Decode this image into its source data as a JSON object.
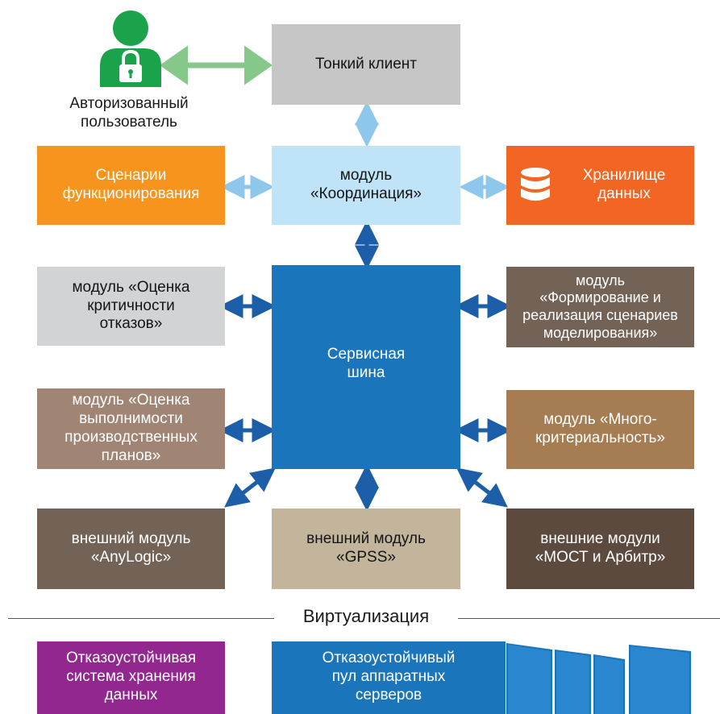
{
  "user": {
    "label": "Авторизованный\nпользователь",
    "icon": "user-lock-icon",
    "color": "#1aa34a"
  },
  "boxes": {
    "thin_client": {
      "label": "Тонкий клиент",
      "color": "#c6c6c6"
    },
    "coordination": {
      "label": "модуль\n«Координация»",
      "color": "#bfe4f7"
    },
    "scenarios": {
      "label": "Сценарии\nфункционирования",
      "color": "#f7941d"
    },
    "storage": {
      "label": "Хранилище\nданных",
      "color": "#f26522",
      "icon": "database-icon"
    },
    "service_bus": {
      "label": "Сервисная\nшина",
      "color": "#1b75bb"
    },
    "failure_criticality": {
      "label": "модуль «Оценка\nкритичности\nотказов»",
      "color": "#d1d3d4"
    },
    "scenario_modeling": {
      "label": "модуль\n«Формирование и\nреализация сценариев\nмоделирования»",
      "color": "#736357"
    },
    "plan_feasibility": {
      "label": "модуль «Оценка\nвыполнимости\nпроизводственных\nпланов»",
      "color": "#a08474"
    },
    "multicriteria": {
      "label": "модуль «Много-\nкритериальность»",
      "color": "#a67c52"
    },
    "anylogic": {
      "label": "внешний модуль\n«AnyLogic»",
      "color": "#736357"
    },
    "gpss": {
      "label": "внешний модуль\n«GPSS»",
      "color": "#c2b59b"
    },
    "most_arbitr": {
      "label": "внешние модули\n«МОСТ и Арбитр»",
      "color": "#5c4a3f"
    },
    "storage_system": {
      "label": "Отказоустойчивая\nсистема хранения\nданных",
      "color": "#92278f"
    },
    "server_pool": {
      "label": "Отказоустойчивый\nпул аппаратных\nсерверов",
      "color": "#1b75bb",
      "icon": "server-rack-icon"
    }
  },
  "virtualization": {
    "label": "Виртуализация"
  },
  "colors": {
    "arrow_dark": "#1c5fa8",
    "arrow_light": "#8ec7ec",
    "arrow_green": "#86c78a"
  }
}
